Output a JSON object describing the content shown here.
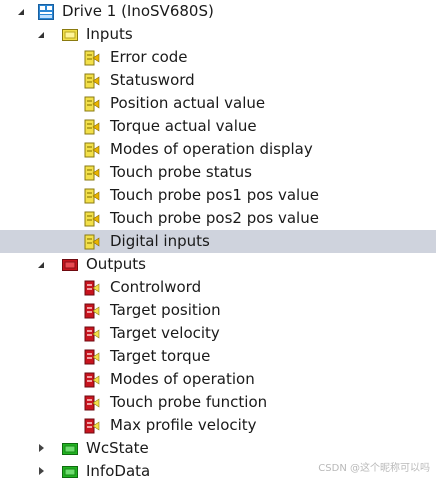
{
  "tree": {
    "root": {
      "label": "Drive 1 (InoSV680S)",
      "icon": "drive-module-icon"
    },
    "inputs": {
      "label": "Inputs",
      "icon": "yellow-folder-icon",
      "items": [
        "Error code",
        "Statusword",
        "Position actual value",
        "Torque actual value",
        "Modes of operation display",
        "Touch probe status",
        "Touch probe pos1 pos value",
        "Touch probe pos2 pos value",
        "Digital inputs"
      ],
      "selected_item": "Digital inputs"
    },
    "outputs": {
      "label": "Outputs",
      "icon": "red-folder-icon",
      "items": [
        "Controlword",
        "Target position",
        "Target velocity",
        "Target torque",
        "Modes of operation",
        "Touch probe function",
        "Max profile velocity"
      ]
    },
    "wcstate": {
      "label": "WcState",
      "icon": "green-folder-icon"
    },
    "infodata": {
      "label": "InfoData",
      "icon": "green-folder-icon"
    }
  },
  "colors": {
    "selection": "#cfd3dd",
    "inputs_folder": "#f3e04a",
    "outputs_folder": "#c8141e",
    "green_folder": "#22b322",
    "drive_icon": "#2a86d4"
  },
  "watermark": "CSDN @这个昵称可以吗"
}
